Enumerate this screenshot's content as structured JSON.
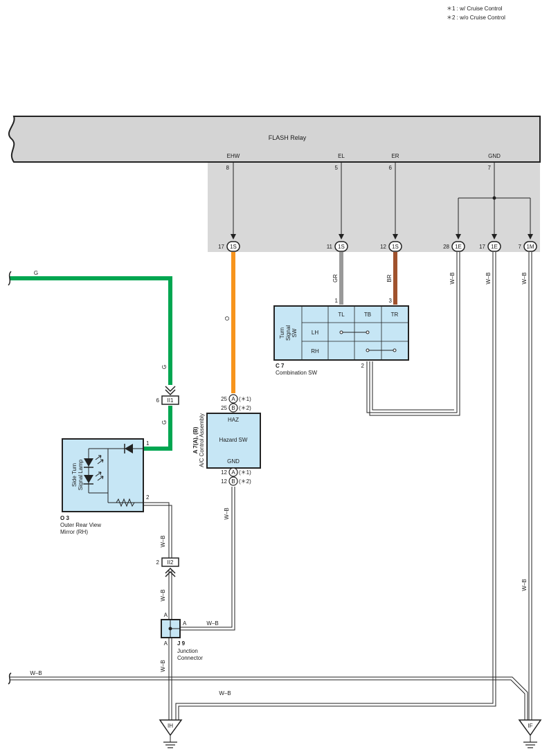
{
  "notes": [
    "＊1 : w/ Cruise Control",
    "＊2 : w/o Cruise Control"
  ],
  "relay": {
    "name": "FLASH Relay",
    "pins": [
      {
        "label": "EHW",
        "number": "8"
      },
      {
        "label": "EL",
        "number": "5"
      },
      {
        "label": "ER",
        "number": "6"
      },
      {
        "label": "GND",
        "number": "7"
      }
    ]
  },
  "relay_connectors": [
    {
      "pin": "17",
      "conn": "1S"
    },
    {
      "pin": "11",
      "conn": "1S"
    },
    {
      "pin": "12",
      "conn": "1S"
    },
    {
      "pin": "28",
      "conn": "1E"
    },
    {
      "pin": "17",
      "conn": "1E"
    },
    {
      "pin": "7",
      "conn": "1M"
    }
  ],
  "wire_colors": {
    "G": "G",
    "O": "O",
    "GR": "GR",
    "BR": "BR",
    "WB": "W–B"
  },
  "colors": {
    "green": "#00a651",
    "orange": "#f7941d",
    "gray": "#999999",
    "brown": "#a0522d",
    "component_fill": "#c6e6f5",
    "relay_fill": "#d8d8d8"
  },
  "combination_sw": {
    "code": "C 7",
    "name": "Combination SW",
    "side_label_1": "Turn",
    "side_label_2": "Signal",
    "side_label_3": "SW",
    "cols": [
      "TL",
      "TB",
      "TR"
    ],
    "rows": [
      "LH",
      "RH"
    ],
    "pin_tl": "1",
    "pin_tr": "3",
    "pin_tb": "2"
  },
  "hazard_sw": {
    "code": "A 7(A), (B)",
    "name": "A/C Control Assembly",
    "label": "Hazard SW",
    "top_pin": "HAZ",
    "bottom_pin": "GND",
    "top_conns": [
      {
        "pin": "25",
        "conn": "A",
        "note": "(＊1)"
      },
      {
        "pin": "25",
        "conn": "B",
        "note": "(＊2)"
      }
    ],
    "bottom_conns": [
      {
        "pin": "12",
        "conn": "A",
        "note": "(＊1)"
      },
      {
        "pin": "12",
        "conn": "B",
        "note": "(＊2)"
      }
    ]
  },
  "mirror": {
    "code": "O 3",
    "name_line1": "Outer Rear View",
    "name_line2": "Mirror (RH)",
    "side_label_1": "Side Turn",
    "side_label_2": "Signal Lamp",
    "pin1": "1",
    "pin2": "2"
  },
  "inline_connectors": [
    {
      "pin": "6",
      "label": "II1"
    },
    {
      "pin": "2",
      "label": "II2"
    }
  ],
  "junction": {
    "code": "J 9",
    "name_line1": "Junction",
    "name_line2": "Connector",
    "pin_top": "A",
    "pin_right": "A",
    "pin_bottom": "A"
  },
  "grounds": [
    {
      "label": "IH"
    },
    {
      "label": "IF"
    }
  ]
}
